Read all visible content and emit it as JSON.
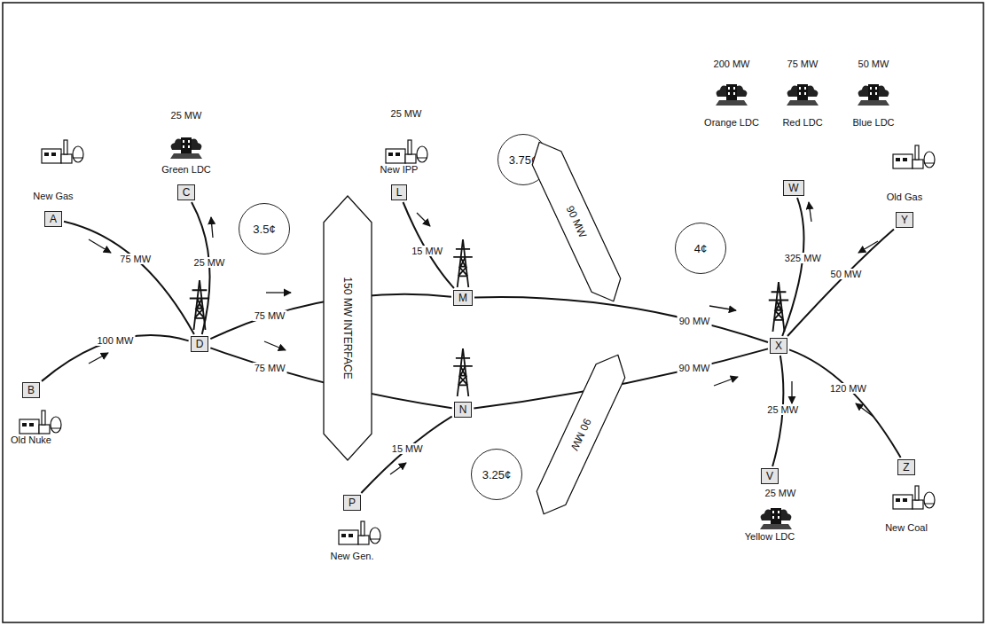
{
  "diagram": {
    "nodes": [
      {
        "text": [
          "C",
          "Green LDC"
        ]
      },
      {
        "text": [
          "L",
          "New IPP"
        ]
      },
      {
        "text": [
          "W"
        ]
      },
      {
        "text": [
          "A",
          "New Gas"
        ]
      },
      {
        "text": [
          "Y",
          "Old Gas"
        ]
      },
      {
        "text": [
          "3.5¢"
        ]
      },
      {
        "text": [
          "3.75¢"
        ]
      },
      {
        "text": [
          "4¢"
        ]
      },
      {
        "text": [
          "150 MW INTERFACE"
        ]
      },
      {
        "text": [
          "90 MW"
        ]
      },
      {
        "text": [
          "90 MW"
        ]
      },
      {
        "text": [
          "M"
        ]
      },
      {
        "text": [
          "D"
        ]
      },
      {
        "text": [
          "X"
        ]
      },
      {
        "text": [
          "N"
        ]
      },
      {
        "text": [
          "B",
          "Old Nuke"
        ]
      },
      {
        "text": [
          "P",
          "New Gen."
        ]
      },
      {
        "text": [
          "3.25¢"
        ]
      },
      {
        "text": [
          "V",
          "Yellow LDC"
        ]
      },
      {
        "text": [
          "Z",
          "New Coal"
        ]
      }
    ],
    "edges": [
      {
        "from": 3,
        "to": 12,
        "arrow": "none",
        "label": "75 MW"
      },
      {
        "from": 15,
        "to": 12,
        "arrow": "none",
        "label": "100 MW"
      },
      {
        "from": 12,
        "to": 0,
        "arrow": "none",
        "label": "25 MW"
      },
      {
        "from": 12,
        "to": 11,
        "arrow": "none",
        "label": "75 MW"
      },
      {
        "from": 12,
        "to": 14,
        "arrow": "none",
        "label": "75 MW"
      },
      {
        "from": 1,
        "to": 11,
        "arrow": "none",
        "label": "15 MW"
      },
      {
        "from": 16,
        "to": 14,
        "arrow": "none",
        "label": "15 MW"
      },
      {
        "from": 11,
        "to": 13,
        "arrow": "none",
        "label": "90 MW"
      },
      {
        "from": 14,
        "to": 13,
        "arrow": "none",
        "label": "90 MW"
      },
      {
        "from": 13,
        "to": 2,
        "arrow": "none",
        "label": "325 MW"
      },
      {
        "from": 4,
        "to": 13,
        "arrow": "none",
        "label": "50 MW"
      },
      {
        "from": 19,
        "to": 13,
        "arrow": "none",
        "label": "120 MW"
      },
      {
        "from": 13,
        "to": 18,
        "arrow": "none",
        "label": "25 MW"
      }
    ],
    "labels": [
      "25 MW",
      "25 MW",
      "200 MW",
      "75 MW",
      "50 MW",
      "Orange LDC",
      "Red LDC",
      "Blue LDC",
      "25 MW"
    ]
  }
}
